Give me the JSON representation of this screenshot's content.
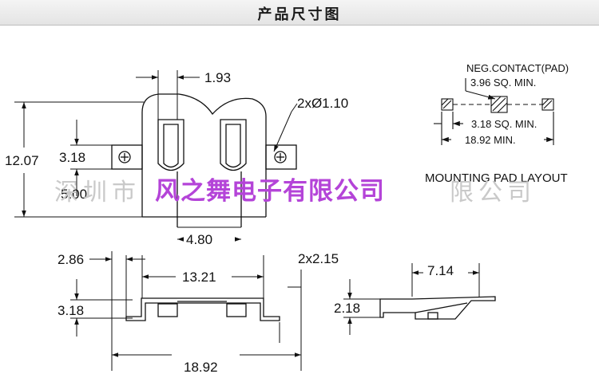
{
  "header": {
    "title": "产品尺寸图"
  },
  "top_view": {
    "dims": {
      "width_1_93": "1.93",
      "holes": "2xØ1.10",
      "height_12_07": "12.07",
      "pad_3_18": "3.18",
      "pad_5_00": "5.00",
      "width_4_80": "4.80"
    }
  },
  "pad_layout": {
    "neg_contact": "NEG.CONTACT(PAD)",
    "sq_3_96": "3.96 SQ. MIN.",
    "sq_3_18": "3.18 SQ. MIN.",
    "min_18_92": "18.92 MIN.",
    "title": "MOUNTING PAD LAYOUT"
  },
  "front_view": {
    "dims": {
      "d_2_86": "2.86",
      "d_13_21": "13.21",
      "d_2x2_15": "2x2.15",
      "d_3_18": "3.18",
      "d_18_92": "18.92"
    }
  },
  "side_view": {
    "dims": {
      "d_7_14": "7.14",
      "d_2_18": "2.18"
    }
  },
  "watermark": {
    "background": "深圳市",
    "background_right": "限公司",
    "foreground": "风之舞电子有限公司",
    "color": "#b444d8"
  }
}
